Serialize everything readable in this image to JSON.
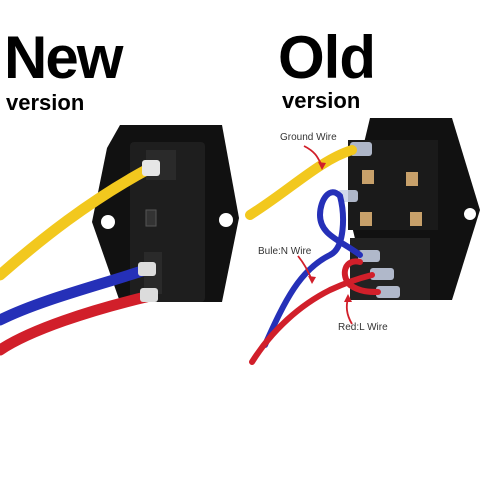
{
  "left_panel": {
    "title": "New",
    "subtitle": "version"
  },
  "right_panel": {
    "title": "Old",
    "subtitle": "version",
    "callouts": {
      "ground": "Ground Wire",
      "neutral": "Bule:N Wire",
      "live": "Red:L Wire"
    }
  },
  "colors": {
    "ground_wire": "#f2c81e",
    "neutral_wire": "#2530b8",
    "live_wire": "#d11f2a",
    "housing": "#151515",
    "callout_arrow": "#d11f2a"
  }
}
